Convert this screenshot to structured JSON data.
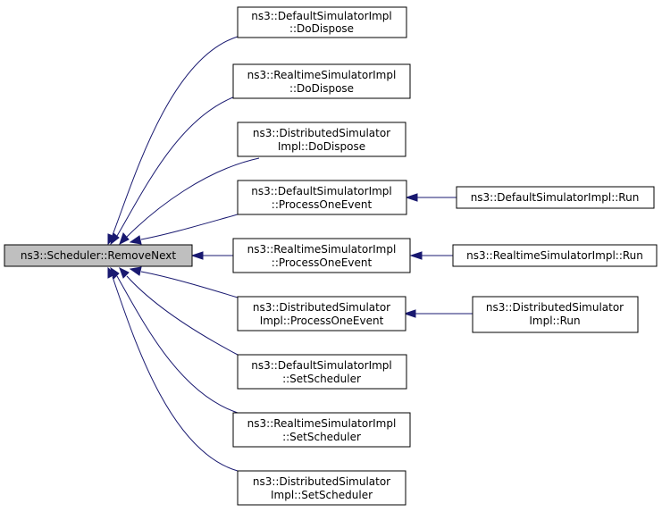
{
  "diagram": {
    "root": {
      "label": "ns3::Scheduler::RemoveNext"
    },
    "callers": [
      {
        "line1": "ns3::DefaultSimulatorImpl",
        "line2": "::DoDispose"
      },
      {
        "line1": "ns3::RealtimeSimulatorImpl",
        "line2": "::DoDispose"
      },
      {
        "line1": "ns3::DistributedSimulator",
        "line2": "Impl::DoDispose"
      },
      {
        "line1": "ns3::DefaultSimulatorImpl",
        "line2": "::ProcessOneEvent"
      },
      {
        "line1": "ns3::RealtimeSimulatorImpl",
        "line2": "::ProcessOneEvent"
      },
      {
        "line1": "ns3::DistributedSimulator",
        "line2": "Impl::ProcessOneEvent"
      },
      {
        "line1": "ns3::DefaultSimulatorImpl",
        "line2": "::SetScheduler"
      },
      {
        "line1": "ns3::RealtimeSimulatorImpl",
        "line2": "::SetScheduler"
      },
      {
        "line1": "ns3::DistributedSimulator",
        "line2": "Impl::SetScheduler"
      }
    ],
    "second_level": [
      {
        "line1": "ns3::DefaultSimulatorImpl::Run",
        "line2": ""
      },
      {
        "line1": "ns3::RealtimeSimulatorImpl::Run",
        "line2": ""
      },
      {
        "line1": "ns3::DistributedSimulator",
        "line2": "Impl::Run"
      }
    ],
    "colors": {
      "edge": "#191970",
      "root_fill": "#bfbfbf",
      "node_border": "#000000"
    }
  }
}
